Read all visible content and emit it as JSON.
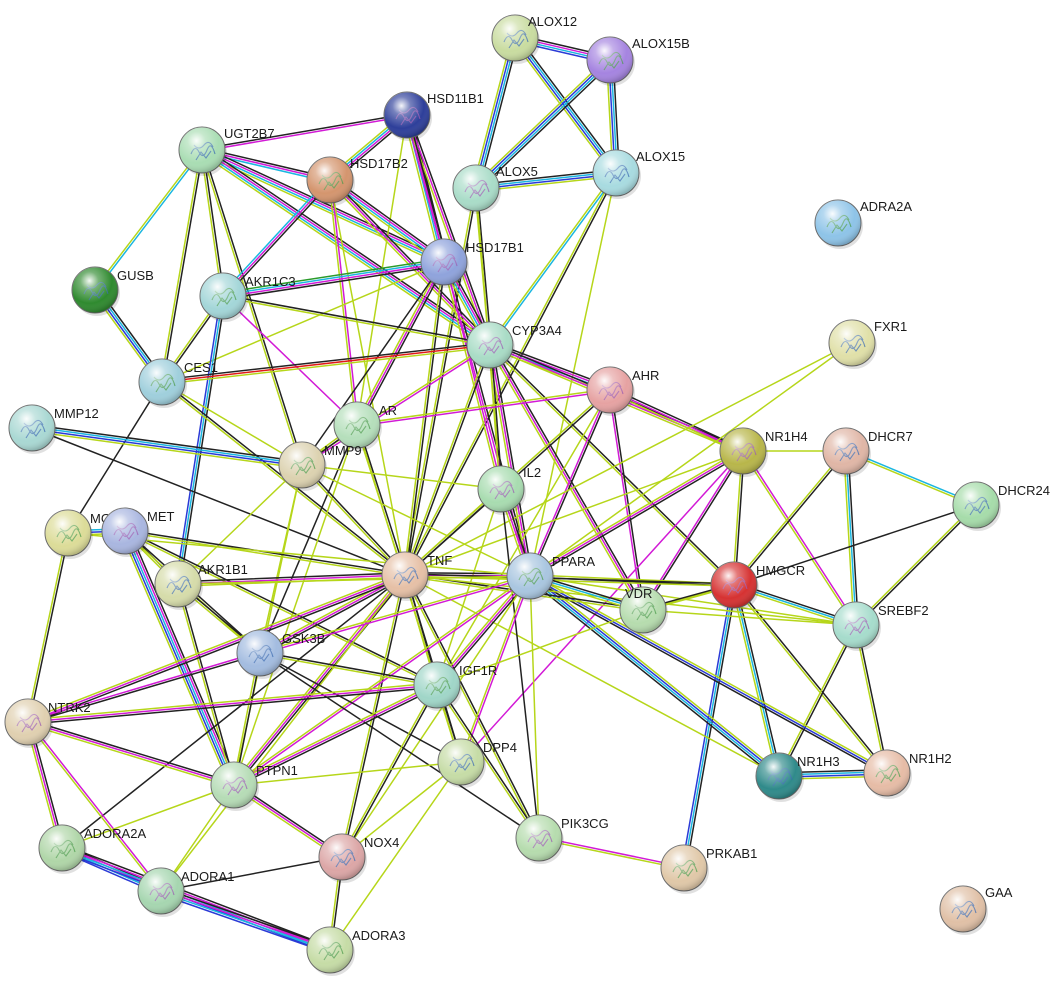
{
  "nodes": [
    {
      "id": "ALOX12",
      "color": "#c9dca0"
    },
    {
      "id": "ALOX15B",
      "color": "#a584e0"
    },
    {
      "id": "HSD11B1",
      "color": "#2e3f9a"
    },
    {
      "id": "UGT2B7",
      "color": "#a9ddb3"
    },
    {
      "id": "HSD17B2",
      "color": "#d4956e"
    },
    {
      "id": "ALOX5",
      "color": "#a9dcc8"
    },
    {
      "id": "ALOX15",
      "color": "#a8dbe0"
    },
    {
      "id": "ADRA2A",
      "color": "#8ec4e8"
    },
    {
      "id": "HSD17B1",
      "color": "#8fa3dc"
    },
    {
      "id": "GUSB",
      "color": "#2f8a2f"
    },
    {
      "id": "AKR1C3",
      "color": "#a3d6d8"
    },
    {
      "id": "CYP3A4",
      "color": "#a9dcc6"
    },
    {
      "id": "FXR1",
      "color": "#e0e0a8"
    },
    {
      "id": "CES1",
      "color": "#9fcfdc"
    },
    {
      "id": "AHR",
      "color": "#e6a2a2"
    },
    {
      "id": "MMP12",
      "color": "#a9d8d3"
    },
    {
      "id": "AR",
      "color": "#b5dfbb"
    },
    {
      "id": "NR1H4",
      "color": "#b8b64a"
    },
    {
      "id": "DHCR7",
      "color": "#e0b6a6"
    },
    {
      "id": "MMP9",
      "color": "#dcd2b0"
    },
    {
      "id": "IL2",
      "color": "#a8dcb0"
    },
    {
      "id": "DHCR24",
      "color": "#a6dcaa"
    },
    {
      "id": "MGLL",
      "color": "#dcdc98"
    },
    {
      "id": "MET",
      "color": "#a9b6e0"
    },
    {
      "id": "TNF",
      "color": "#e6c0a6"
    },
    {
      "id": "PPARA",
      "color": "#a9c6e0"
    },
    {
      "id": "HMGCR",
      "color": "#d63232"
    },
    {
      "id": "AKR1B1",
      "color": "#d6dcaa"
    },
    {
      "id": "VDR",
      "color": "#b6dcae"
    },
    {
      "id": "SREBF2",
      "color": "#a6dccc"
    },
    {
      "id": "GSK3B",
      "color": "#a3bce0"
    },
    {
      "id": "IGF1R",
      "color": "#a0d6c8"
    },
    {
      "id": "NTRK2",
      "color": "#e0d0b0"
    },
    {
      "id": "DPP4",
      "color": "#c6dca6"
    },
    {
      "id": "NR1H2",
      "color": "#e6bca6"
    },
    {
      "id": "PTPN1",
      "color": "#b6dcb6"
    },
    {
      "id": "NR1H3",
      "color": "#2f8a8a"
    },
    {
      "id": "ADORA2A",
      "color": "#b0d6a8"
    },
    {
      "id": "PIK3CG",
      "color": "#b6dcae"
    },
    {
      "id": "NOX4",
      "color": "#dca6a6"
    },
    {
      "id": "PRKAB1",
      "color": "#e0c8a8"
    },
    {
      "id": "ADORA1",
      "color": "#a6d6b0"
    },
    {
      "id": "GAA",
      "color": "#e0c0a6"
    },
    {
      "id": "ADORA3",
      "color": "#c6dca6"
    }
  ],
  "edges": [
    [
      "ALOX12",
      "ALOX15B",
      "k,m,c,b"
    ],
    [
      "ALOX12",
      "ALOX5",
      "k,c,b,y"
    ],
    [
      "ALOX12",
      "ALOX15",
      "k,c,b,y"
    ],
    [
      "ALOX15B",
      "ALOX5",
      "k,c,b,y"
    ],
    [
      "ALOX15B",
      "ALOX15",
      "k,c,b,y"
    ],
    [
      "ALOX5",
      "ALOX15",
      "k,c,b,y"
    ],
    [
      "ALOX5",
      "CYP3A4",
      "k,y"
    ],
    [
      "ALOX15",
      "CYP3A4",
      "c,y"
    ],
    [
      "ALOX15",
      "TNF",
      "k,y"
    ],
    [
      "ALOX15",
      "PPARA",
      "y"
    ],
    [
      "ALOX5",
      "TNF",
      "k,y"
    ],
    [
      "ALOX5",
      "IL2",
      "y"
    ],
    [
      "UGT2B7",
      "HSD11B1",
      "k,m"
    ],
    [
      "UGT2B7",
      "HSD17B2",
      "k,m,c"
    ],
    [
      "UGT2B7",
      "HSD17B1",
      "k,m,c,y"
    ],
    [
      "UGT2B7",
      "CYP3A4",
      "k,m,c,y"
    ],
    [
      "UGT2B7",
      "AKR1C3",
      "k,y"
    ],
    [
      "UGT2B7",
      "GUSB",
      "c,y"
    ],
    [
      "UGT2B7",
      "CES1",
      "k,y"
    ],
    [
      "UGT2B7",
      "MMP9",
      "k,y"
    ],
    [
      "HSD11B1",
      "HSD17B2",
      "k,m,c,y"
    ],
    [
      "HSD11B1",
      "HSD17B1",
      "k,m,c,y"
    ],
    [
      "HSD11B1",
      "CYP3A4",
      "k,m,y"
    ],
    [
      "HSD11B1",
      "AR",
      "y"
    ],
    [
      "HSD11B1",
      "PPARA",
      "k,m"
    ],
    [
      "HSD17B2",
      "HSD17B1",
      "k,m,c,y"
    ],
    [
      "HSD17B2",
      "AKR1C3",
      "k,m,c"
    ],
    [
      "HSD17B2",
      "CYP3A4",
      "k,m,y"
    ],
    [
      "HSD17B2",
      "AR",
      "m,y"
    ],
    [
      "HSD17B2",
      "TNF",
      "y"
    ],
    [
      "HSD17B1",
      "AKR1C3",
      "k,m,c,g"
    ],
    [
      "HSD17B1",
      "CYP3A4",
      "k,m,c,y"
    ],
    [
      "HSD17B1",
      "AR",
      "k,m,y"
    ],
    [
      "HSD17B1",
      "MMP9",
      "k"
    ],
    [
      "HSD17B1",
      "IL2",
      "m,y"
    ],
    [
      "HSD17B1",
      "TNF",
      "k,y"
    ],
    [
      "HSD17B1",
      "CES1",
      "y"
    ],
    [
      "AKR1C3",
      "CYP3A4",
      "k,y"
    ],
    [
      "AKR1C3",
      "CES1",
      "k,y"
    ],
    [
      "AKR1C3",
      "AKR1B1",
      "k,c,b"
    ],
    [
      "AKR1C3",
      "AR",
      "m"
    ],
    [
      "GUSB",
      "CES1",
      "k,c,b,y"
    ],
    [
      "CES1",
      "CYP3A4",
      "k,r,y"
    ],
    [
      "CES1",
      "MMP9",
      "y"
    ],
    [
      "CES1",
      "TNF",
      "k,y"
    ],
    [
      "CES1",
      "MGLL",
      "k"
    ],
    [
      "CYP3A4",
      "AHR",
      "k,m,c,y"
    ],
    [
      "CYP3A4",
      "NR1H4",
      "k,m,y"
    ],
    [
      "CYP3A4",
      "TNF",
      "k,y"
    ],
    [
      "CYP3A4",
      "PPARA",
      "k,m,y"
    ],
    [
      "CYP3A4",
      "VDR",
      "k,m,y"
    ],
    [
      "CYP3A4",
      "IL2",
      "k,y"
    ],
    [
      "CYP3A4",
      "HMGCR",
      "k,y"
    ],
    [
      "CYP3A4",
      "MMP9",
      "m,y"
    ],
    [
      "AHR",
      "NR1H4",
      "k,m,y"
    ],
    [
      "AHR",
      "TNF",
      "k,y"
    ],
    [
      "AHR",
      "PPARA",
      "k,m"
    ],
    [
      "AHR",
      "VDR",
      "k,m"
    ],
    [
      "AHR",
      "AR",
      "m,y"
    ],
    [
      "AHR",
      "IGF1R",
      "y"
    ],
    [
      "FXR1",
      "TNF",
      "y"
    ],
    [
      "FXR1",
      "PPARA",
      "y"
    ],
    [
      "NR1H4",
      "DHCR7",
      "y"
    ],
    [
      "NR1H4",
      "HMGCR",
      "k,y"
    ],
    [
      "NR1H4",
      "PPARA",
      "k,m,y"
    ],
    [
      "NR1H4",
      "VDR",
      "k,m"
    ],
    [
      "NR1H4",
      "SREBF2",
      "m,y"
    ],
    [
      "NR1H4",
      "TNF",
      "y"
    ],
    [
      "NR1H4",
      "DPP4",
      "m"
    ],
    [
      "DHCR7",
      "DHCR24",
      "c,y"
    ],
    [
      "DHCR7",
      "HMGCR",
      "k,y"
    ],
    [
      "DHCR7",
      "SREBF2",
      "k,c,y"
    ],
    [
      "DHCR24",
      "SREBF2",
      "k,y"
    ],
    [
      "DHCR24",
      "HMGCR",
      "k"
    ],
    [
      "HMGCR",
      "SREBF2",
      "k,c,y"
    ],
    [
      "HMGCR",
      "NR1H3",
      "k,c,y"
    ],
    [
      "HMGCR",
      "NR1H2",
      "k,y"
    ],
    [
      "HMGCR",
      "PRKAB1",
      "k,c,b"
    ],
    [
      "HMGCR",
      "PPARA",
      "k,y"
    ],
    [
      "HMGCR",
      "VDR",
      "y"
    ],
    [
      "SREBF2",
      "NR1H3",
      "k,y"
    ],
    [
      "SREBF2",
      "NR1H2",
      "k,y"
    ],
    [
      "SREBF2",
      "PPARA",
      "y"
    ],
    [
      "NR1H3",
      "NR1H2",
      "k,c,b,y"
    ],
    [
      "NR1H3",
      "PPARA",
      "k,c,b,y"
    ],
    [
      "NR1H2",
      "PPARA",
      "k,b,y"
    ],
    [
      "NR1H3",
      "TNF",
      "y"
    ],
    [
      "MMP12",
      "MMP9",
      "k,c,b,y"
    ],
    [
      "MMP12",
      "TNF",
      "k"
    ],
    [
      "AR",
      "MMP9",
      "k,y"
    ],
    [
      "AR",
      "TNF",
      "k,y"
    ],
    [
      "AR",
      "GSK3B",
      "k"
    ],
    [
      "AR",
      "PTPN1",
      "y"
    ],
    [
      "AR",
      "IGF1R",
      "y"
    ],
    [
      "MMP9",
      "TNF",
      "k,y"
    ],
    [
      "MMP9",
      "PTPN1",
      "y"
    ],
    [
      "MMP9",
      "GSK3B",
      "y"
    ],
    [
      "MMP9",
      "IL2",
      "y"
    ],
    [
      "MMP9",
      "PPARA",
      "y"
    ],
    [
      "MMP9",
      "AKR1B1",
      "y"
    ],
    [
      "IL2",
      "TNF",
      "k,y"
    ],
    [
      "IL2",
      "PPARA",
      "k,m,y"
    ],
    [
      "IL2",
      "PIK3CG",
      "k"
    ],
    [
      "IL2",
      "IGF1R",
      "y"
    ],
    [
      "MGLL",
      "MET",
      "c,b,y"
    ],
    [
      "MGLL",
      "NTRK2",
      "k,y"
    ],
    [
      "MET",
      "TNF",
      "k,y"
    ],
    [
      "MET",
      "AKR1B1",
      "k,y"
    ],
    [
      "MET",
      "GSK3B",
      "k,y"
    ],
    [
      "MET",
      "PTPN1",
      "k,m,c,b,y"
    ],
    [
      "MET",
      "IGF1R",
      "k,y"
    ],
    [
      "AKR1B1",
      "TNF",
      "k,m,y"
    ],
    [
      "AKR1B1",
      "PTPN1",
      "k,y"
    ],
    [
      "AKR1B1",
      "GSK3B",
      "k,y"
    ],
    [
      "TNF",
      "PPARA",
      "k,m,y"
    ],
    [
      "TNF",
      "VDR",
      "k,y"
    ],
    [
      "TNF",
      "HMGCR",
      "k,y"
    ],
    [
      "TNF",
      "GSK3B",
      "k,m,y"
    ],
    [
      "TNF",
      "IGF1R",
      "k,y"
    ],
    [
      "TNF",
      "NTRK2",
      "k,m,y"
    ],
    [
      "TNF",
      "DPP4",
      "k,y"
    ],
    [
      "TNF",
      "PTPN1",
      "k,m,y"
    ],
    [
      "TNF",
      "NOX4",
      "k,y"
    ],
    [
      "TNF",
      "PIK3CG",
      "k,y"
    ],
    [
      "TNF",
      "ADORA2A",
      "k"
    ],
    [
      "TNF",
      "ADORA1",
      "y"
    ],
    [
      "TNF",
      "SREBF2",
      "y"
    ],
    [
      "PPARA",
      "VDR",
      "k,c,y"
    ],
    [
      "PPARA",
      "IGF1R",
      "k,m,y"
    ],
    [
      "PPARA",
      "DPP4",
      "m,y"
    ],
    [
      "PPARA",
      "PTPN1",
      "m,y"
    ],
    [
      "PPARA",
      "GSK3B",
      "m,y"
    ],
    [
      "PPARA",
      "NOX4",
      "y"
    ],
    [
      "PPARA",
      "PIK3CG",
      "y"
    ],
    [
      "PPARA",
      "MGLL",
      "y"
    ],
    [
      "PPARA",
      "AKR1B1",
      "y"
    ],
    [
      "VDR",
      "HMGCR",
      "k,y"
    ],
    [
      "VDR",
      "SREBF2",
      "y"
    ],
    [
      "VDR",
      "IGF1R",
      "y"
    ],
    [
      "GSK3B",
      "IGF1R",
      "k,y"
    ],
    [
      "GSK3B",
      "PTPN1",
      "k,y"
    ],
    [
      "GSK3B",
      "NTRK2",
      "k,m"
    ],
    [
      "GSK3B",
      "DPP4",
      "k"
    ],
    [
      "GSK3B",
      "PIK3CG",
      "k"
    ],
    [
      "IGF1R",
      "PTPN1",
      "k,m,y"
    ],
    [
      "IGF1R",
      "NTRK2",
      "k,m,y"
    ],
    [
      "IGF1R",
      "DPP4",
      "k,y"
    ],
    [
      "IGF1R",
      "PIK3CG",
      "k,y"
    ],
    [
      "IGF1R",
      "NOX4",
      "k,y"
    ],
    [
      "NTRK2",
      "PTPN1",
      "k,m,y"
    ],
    [
      "NTRK2",
      "ADORA2A",
      "k,m,y"
    ],
    [
      "NTRK2",
      "ADORA1",
      "m,y"
    ],
    [
      "DPP4",
      "PTPN1",
      "y"
    ],
    [
      "DPP4",
      "NOX4",
      "y"
    ],
    [
      "DPP4",
      "ADORA3",
      "y"
    ],
    [
      "PTPN1",
      "NOX4",
      "k,m,y"
    ],
    [
      "PTPN1",
      "ADORA1",
      "y"
    ],
    [
      "PTPN1",
      "ADORA2A",
      "y"
    ],
    [
      "ADORA2A",
      "ADORA1",
      "k,m,c,b"
    ],
    [
      "ADORA2A",
      "ADORA3",
      "k,m,c,b"
    ],
    [
      "ADORA1",
      "ADORA3",
      "k,m,c,b"
    ],
    [
      "ADORA1",
      "NOX4",
      "k"
    ],
    [
      "NOX4",
      "ADORA3",
      "k,y"
    ],
    [
      "PIK3CG",
      "PRKAB1",
      "m,y"
    ]
  ]
}
